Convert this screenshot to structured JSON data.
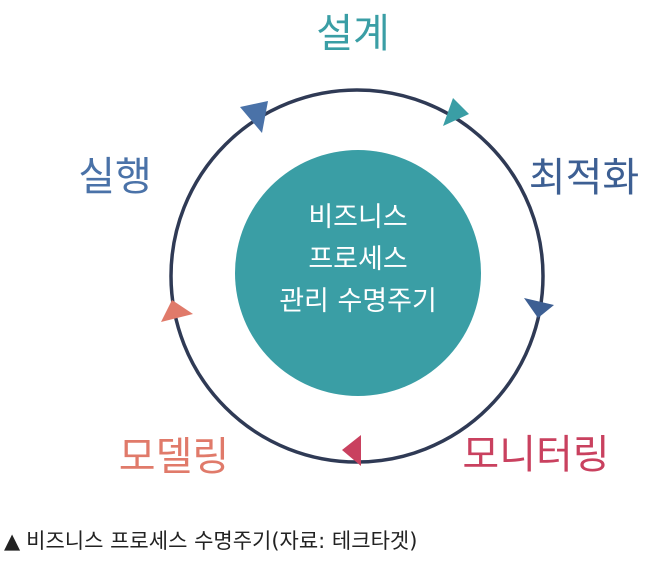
{
  "stages": {
    "design": {
      "label": "설계",
      "color": "#3a9ea5"
    },
    "optimize": {
      "label": "최적화",
      "color": "#3d5f93"
    },
    "monitor": {
      "label": "모니터링",
      "color": "#c9415f"
    },
    "modeling": {
      "label": "모델링",
      "color": "#e07a6a"
    },
    "execute": {
      "label": "실행",
      "color": "#4a72a8"
    }
  },
  "center": {
    "line1": "비즈니스",
    "line2": "프로세스",
    "line3": "관리 수명주기",
    "color": "#3a9ea5"
  },
  "ring_color": "#2f3a55",
  "caption": {
    "marker": "▲",
    "text": "비즈니스 프로세스 수명주기(자료: 테크타겟)"
  }
}
